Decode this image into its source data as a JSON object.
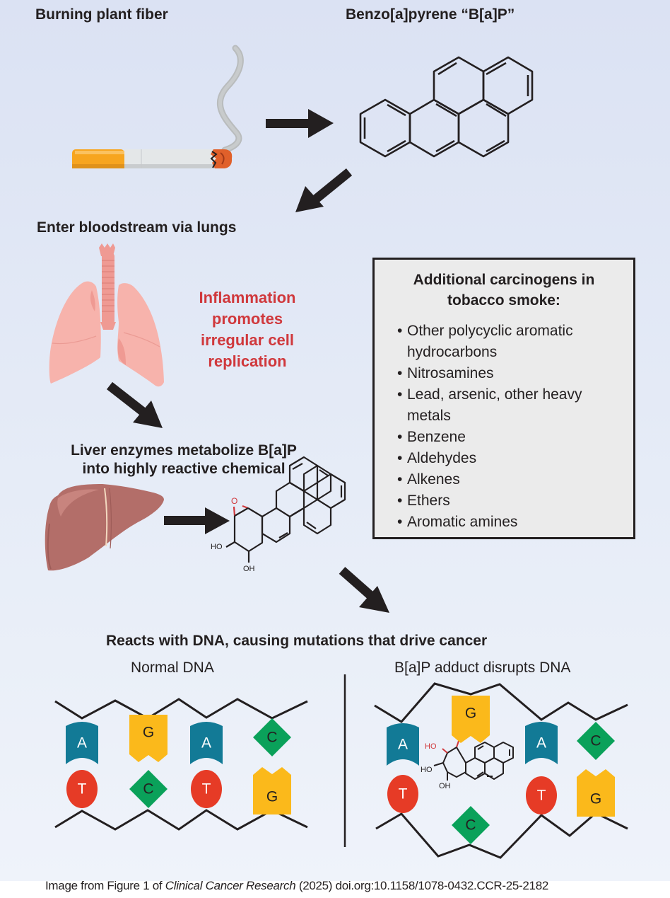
{
  "steps": {
    "burning": "Burning plant fiber",
    "bap": "Benzo[a]pyrene “B[a]P”",
    "bloodstream": "Enter bloodstream via lungs",
    "liver_line1": "Liver enzymes metabolize B[a]P",
    "liver_line2": "into highly reactive chemical",
    "dna": "Reacts with DNA, causing mutations that drive cancer"
  },
  "inflammation": {
    "line1": "Inflammation",
    "line2": "promotes",
    "line3": "irregular cell",
    "line4": "replication"
  },
  "carcinogens_box": {
    "title_line1": "Additional carcinogens in",
    "title_line2": "tobacco smoke:",
    "items": [
      "Other polycyclic aromatic hydrocarbons",
      "Nitrosamines",
      "Lead, arsenic, other heavy metals",
      "Benzene",
      "Aldehydes",
      "Alkenes",
      "Ethers",
      "Aromatic amines"
    ]
  },
  "dna_panels": {
    "normal_title": "Normal DNA",
    "adduct_title": "B[a]P adduct disrupts DNA",
    "normal_pairs": [
      {
        "top": "A",
        "bottom": "T"
      },
      {
        "top": "G",
        "bottom": "C"
      },
      {
        "top": "A",
        "bottom": "T"
      },
      {
        "top": "C",
        "bottom": "G"
      }
    ],
    "adduct_pairs": [
      {
        "top": "A",
        "bottom": "T"
      },
      {
        "top": "G",
        "bottom": "C"
      },
      {
        "top": "A",
        "bottom": "T"
      },
      {
        "top": "C",
        "bottom": "G"
      }
    ]
  },
  "chem_labels": {
    "epoxide_o": "O",
    "ho": "HO",
    "oh": "OH"
  },
  "credit": {
    "prefix": "Image from Figure 1 of ",
    "journal": "Clinical Cancer Research",
    "suffix": " (2025) doi.org:10.1158/1078-0432.CCR-25-2182"
  },
  "colors": {
    "adenine": "#127a96",
    "thymine": "#e63b26",
    "guanine": "#fbb91b",
    "cytosine": "#0aa15a",
    "accent_red": "#d0383c",
    "lung": "#f7b1aa",
    "liver": "#b36e69"
  }
}
